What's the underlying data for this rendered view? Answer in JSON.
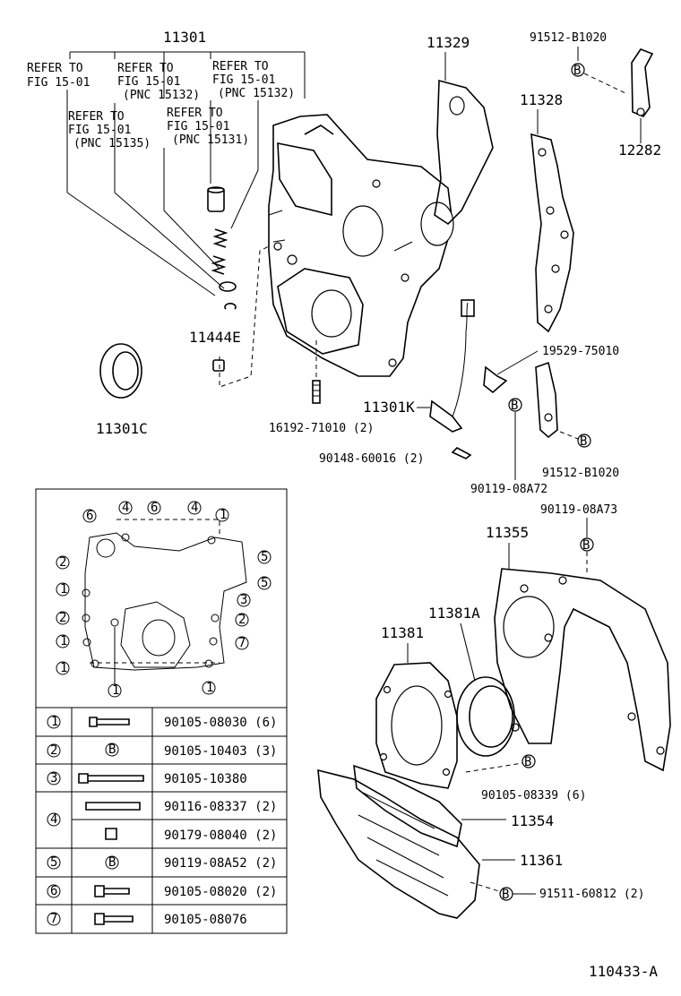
{
  "parts": {
    "p11301": "11301",
    "p11329": "11329",
    "p91512a": "91512-B1020",
    "p11328": "11328",
    "p12282": "12282",
    "p11444e": "11444E",
    "p11301c": "11301C",
    "p19529": "19529-75010",
    "p11301k": "11301K",
    "p16192": "16192-71010 (2)",
    "p90148": "90148-60016 (2)",
    "p91512b": "91512-B1020",
    "p90119a72": "90119-08A72",
    "p90119a73": "90119-08A73",
    "p11355": "11355",
    "p11381a": "11381A",
    "p11381": "11381",
    "p90105_08339": "90105-08339 (6)",
    "p11354": "11354",
    "p11361": "11361",
    "p91511": "91511-60812 (2)",
    "drawing_no": "110433-A"
  },
  "refs": {
    "r1_l1": "REFER TO",
    "r1_l2": "FIG 15-01",
    "r2_l1": "REFER TO",
    "r2_l2": "FIG 15-01",
    "r2_l3": "(PNC 15132)",
    "r3_l1": "REFER TO",
    "r3_l2": "FIG 15-01",
    "r3_l3": "(PNC 15132)",
    "r4_l1": "REFER TO",
    "r4_l2": "FIG 15-01",
    "r4_l3": "(PNC 15135)",
    "r5_l1": "REFER TO",
    "r5_l2": "FIG 15-01",
    "r5_l3": "(PNC 15131)"
  },
  "markers": {
    "b": "B",
    "n1": "1",
    "n2": "2",
    "n3": "3",
    "n4": "4",
    "n5": "5",
    "n6": "6",
    "n7": "7"
  },
  "bolt_table": [
    {
      "num": "1",
      "part": "90105-08030 (6)"
    },
    {
      "num": "2",
      "part": "90105-10403 (3)"
    },
    {
      "num": "3",
      "part": "90105-10380"
    },
    {
      "num": "4",
      "part": "90116-08337 (2)"
    },
    {
      "num": "",
      "part": "90179-08040 (2)"
    },
    {
      "num": "5",
      "part": "90119-08A52 (2)"
    },
    {
      "num": "6",
      "part": "90105-08020 (2)"
    },
    {
      "num": "7",
      "part": "90105-08076"
    }
  ]
}
